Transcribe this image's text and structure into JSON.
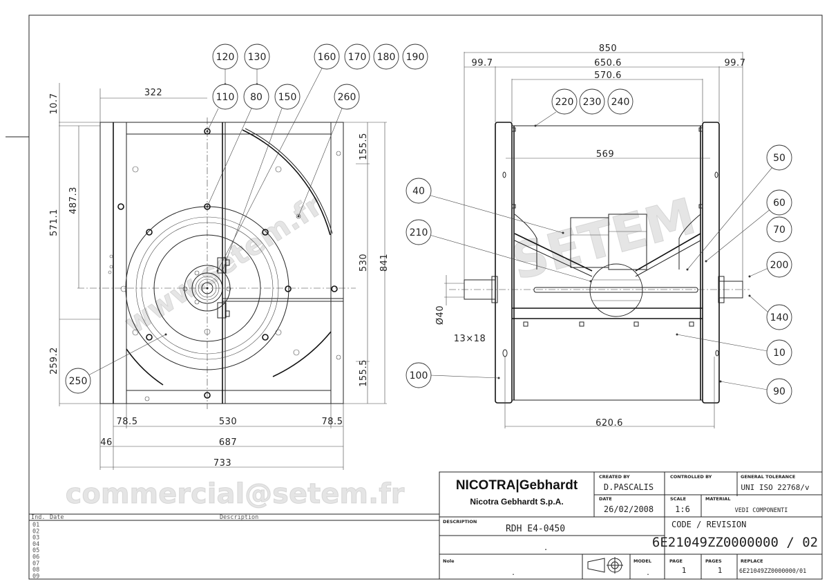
{
  "left_view": {
    "balloons": [
      "120",
      "130",
      "110",
      "80",
      "150",
      "160",
      "170",
      "180",
      "190",
      "260",
      "250"
    ],
    "dimensions": [
      "322",
      "10.7",
      "571.1",
      "487.3",
      "259.2",
      "155.5",
      "530",
      "841",
      "155.5",
      "78.5",
      "530",
      "78.5",
      "46",
      "687",
      "733"
    ]
  },
  "right_view": {
    "balloons": [
      "220",
      "230",
      "240",
      "40",
      "210",
      "50",
      "60",
      "70",
      "200",
      "140",
      "10",
      "90",
      "100"
    ],
    "dimensions": [
      "850",
      "99.7",
      "650.6",
      "99.7",
      "570.6",
      "569",
      "Ø40",
      "13×18",
      "620.6"
    ]
  },
  "watermark": {
    "line1": "www.setem.fr",
    "line2": "SETEM",
    "line3": "commercial@setem.fr"
  },
  "title_block": {
    "company_logo": "NICOTRA|Gebhardt",
    "company_name": "Nicotra Gebhardt S.p.A.",
    "created_by_label": "CREATED BY",
    "created_by": "D.PASCALIS",
    "controlled_by_label": "CONTROLLED BY",
    "controlled_by": "",
    "general_tolerance_label": "GENERAL TOLERANCE",
    "general_tolerance": "UNI ISO 22768/v",
    "date_label": "DATE",
    "date": "26/02/2008",
    "scale_label": "SCALE",
    "scale": "1:6",
    "material_label": "MATERIAL",
    "material": "VEDI COMPONENTI",
    "description_label": "DESCRIPTION",
    "description": "RDH E4-0450",
    "description_line2": ".",
    "code_revision_label": "CODE / REVISION",
    "code_revision": "6E21049ZZ0000000 / 02",
    "note_label": "Nole",
    "note": ".",
    "model_label": "MODEL",
    "model": ".",
    "page_label": "PAGE",
    "page": "1",
    "pages_label": "PAGES",
    "pages": "1",
    "replace_label": "REPLACE",
    "replace": "6E21049ZZ0000000/01"
  },
  "revision_table": {
    "headers": [
      "Ind.",
      "Date",
      "Description"
    ],
    "rows": [
      "01",
      "02",
      "03",
      "04",
      "05",
      "06",
      "07",
      "08",
      "09"
    ]
  }
}
